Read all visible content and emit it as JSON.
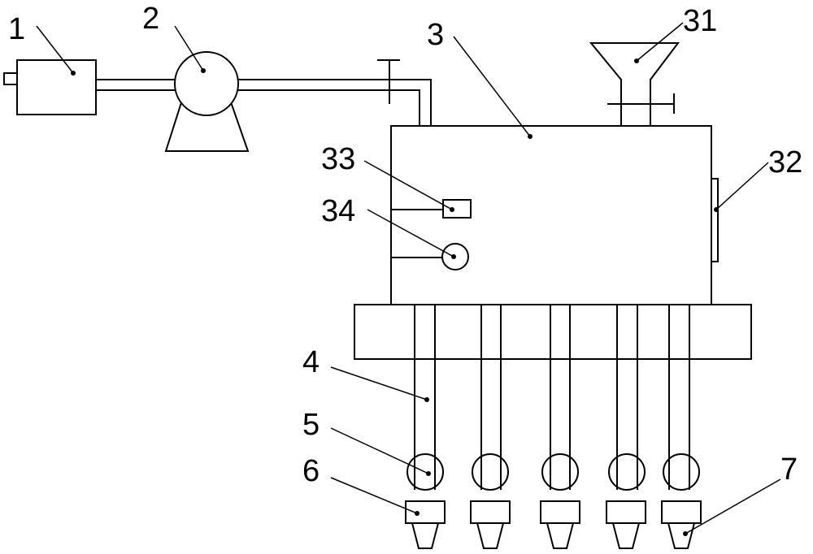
{
  "labels": {
    "l1": "1",
    "l2": "2",
    "l3": "3",
    "l31": "31",
    "l32": "32",
    "l33": "33",
    "l34": "34",
    "l4": "4",
    "l5": "5",
    "l6": "6",
    "l7": "7"
  }
}
